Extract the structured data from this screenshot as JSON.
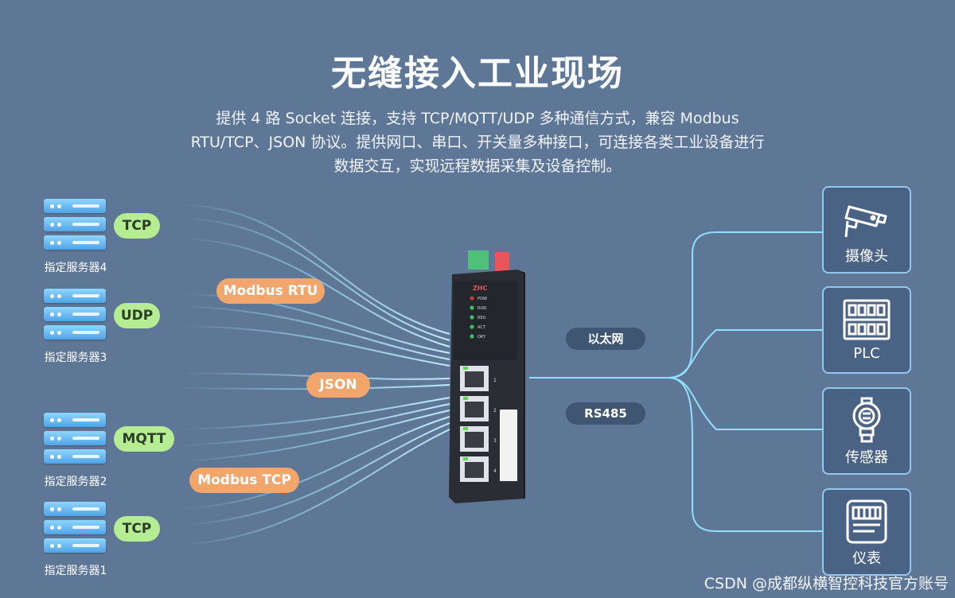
{
  "title": "无缝接入工业现场",
  "subtitle": {
    "line1": "提供 4 路 Socket 连接，支持 TCP/MQTT/UDP 多种通信方式，兼容 Modbus",
    "line2": "RTU/TCP、JSON 协议。提供网口、串口、开关量多种接口，可连接各类工业设备进行",
    "line3": "数据交互，实现远程数据采集及设备控制。"
  },
  "servers": [
    {
      "label": "指定服务器4",
      "protocol": "TCP"
    },
    {
      "label": "指定服务器3",
      "protocol": "UDP"
    },
    {
      "label": "指定服务器2",
      "protocol": "MQTT"
    },
    {
      "label": "指定服务器1",
      "protocol": "TCP"
    }
  ],
  "protocols": {
    "modbus_rtu": "Modbus RTU",
    "json": "JSON",
    "modbus_tcp": "Modbus TCP"
  },
  "links": {
    "ethernet": "以太网",
    "rs485": "RS485"
  },
  "device": {
    "leds": [
      "POW",
      "RUN",
      "REG",
      "ACT",
      "OKY"
    ],
    "ports": [
      "1",
      "2",
      "3",
      "4"
    ]
  },
  "endpoints": [
    {
      "label": "摄像头",
      "icon": "camera-icon"
    },
    {
      "label": "PLC",
      "icon": "plc-icon"
    },
    {
      "label": "传感器",
      "icon": "sensor-icon"
    },
    {
      "label": "仪表",
      "icon": "meter-icon"
    }
  ],
  "watermark": "CSDN @成都纵横智控科技官方账号",
  "colors": {
    "background": "#5e7797",
    "server_blue": "#4fa3e6",
    "protocol_green": "#b6ec92",
    "protocol_orange": "#f2a66c",
    "link_dark": "#3f5673",
    "line_cyan": "#8fe0ff"
  }
}
